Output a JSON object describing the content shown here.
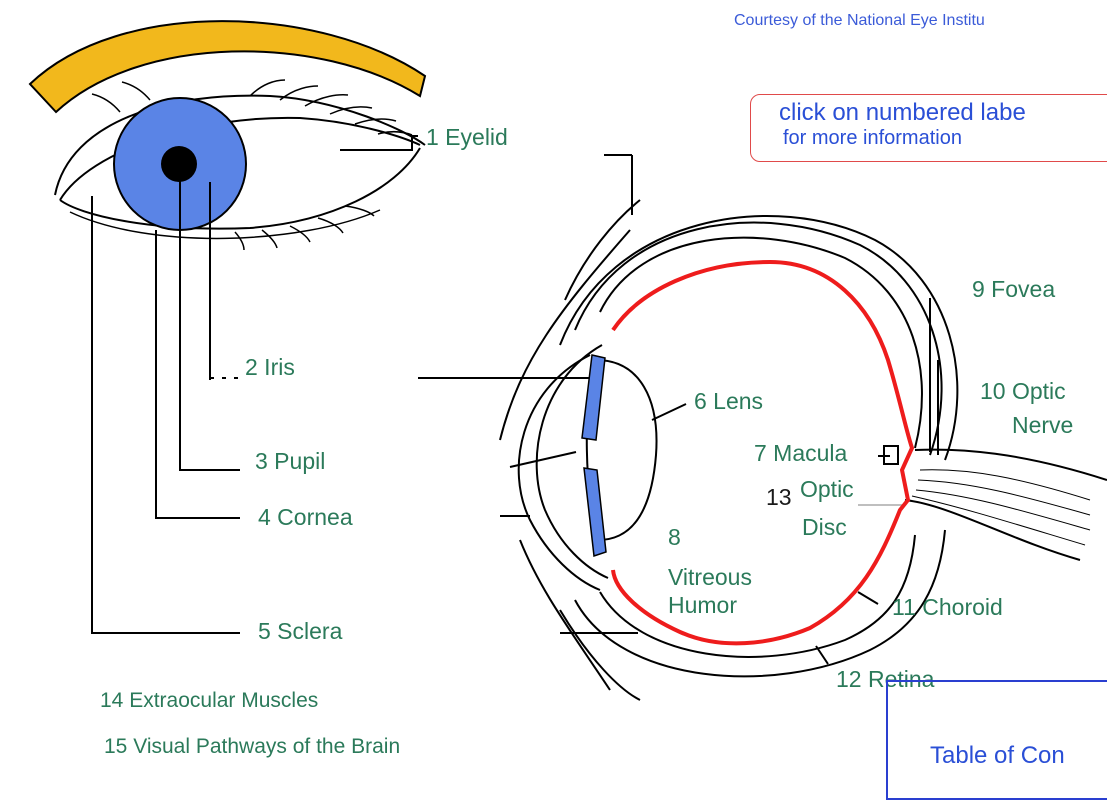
{
  "courtesy": "Courtesy of the National Eye Institu",
  "info": {
    "line1": "click on numbered labe",
    "line2": "for more information"
  },
  "toc": {
    "label": "Table of Con"
  },
  "labels": {
    "eyelid": "1  Eyelid",
    "iris": "2   Iris",
    "pupil": "3   Pupil",
    "cornea": "4   Cornea",
    "sclera": "5    Sclera",
    "lens": "6 Lens",
    "macula": "7 Macula",
    "vitreous_num": "8",
    "vitreous_l1": "Vitreous",
    "vitreous_l2": "Humor",
    "fovea": "9  Fovea",
    "optic_nerve_l1": "10  Optic",
    "optic_nerve_l2": "Nerve",
    "choroid": "11 Choroid",
    "retina": "12  Retina",
    "optic_disc_num": "13",
    "optic_disc_l1": "Optic",
    "optic_disc_l2": "Disc",
    "extraocular": "14 Extraocular Muscles",
    "pathways": "15 Visual Pathways of the Brain"
  },
  "colors": {
    "eyebrow": "#f2b81c",
    "iris": "#5a84e6",
    "lens_blue": "#5a84e6",
    "retina": "#ee1c1c",
    "label_green": "#2b7a5a",
    "link_blue": "#2a4fd6"
  }
}
